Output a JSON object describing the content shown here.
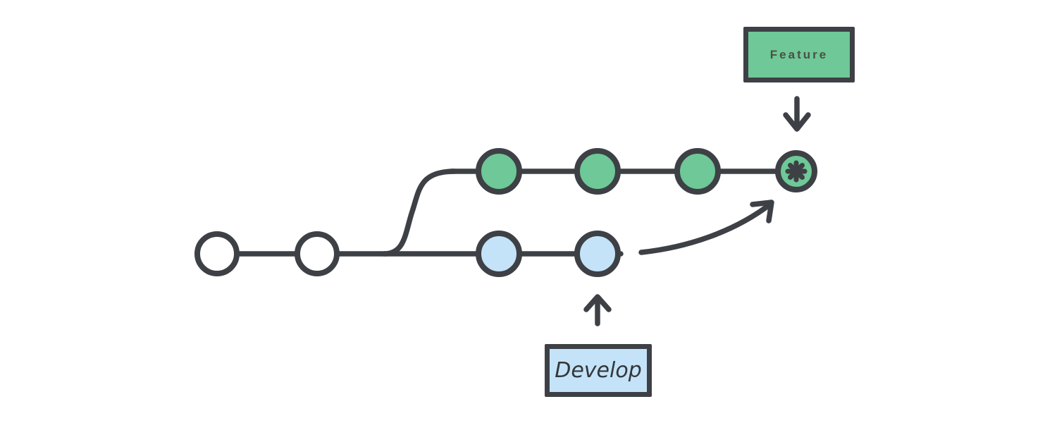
{
  "diagram": {
    "labels": {
      "feature": "Feature",
      "develop": "Develop"
    },
    "colors": {
      "line": "#3d4045",
      "feature_fill": "#6ec897",
      "develop_fill": "#c4e3f8",
      "commit_fill": "#ffffff",
      "background": "#ffffff",
      "feature_label_text": "#4c4f45",
      "develop_label_text": "#33373a"
    },
    "icons": {
      "merge_commit_marker": "asterisk-icon",
      "feature_pointer": "arrow-down-icon",
      "develop_pointer": "arrow-up-icon",
      "merge_flow": "curved-arrow-up-right-icon"
    },
    "branches": {
      "main_history_commits": 2,
      "feature_commits": 4,
      "develop_commits": 2
    }
  }
}
